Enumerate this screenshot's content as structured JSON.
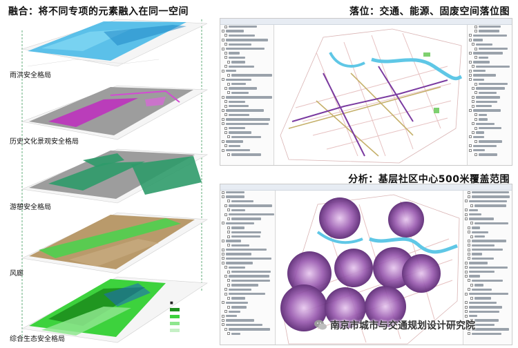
{
  "titles": {
    "left": "融合：将不同专项的元素融入在同一空间",
    "top_right": "落位：交通、能源、固废空间落位图",
    "bottom_right": "分析：基层社区中心500米覆盖范围"
  },
  "layers": [
    {
      "label": "雨洪安全格局"
    },
    {
      "label": "历史文化景观安全格局"
    },
    {
      "label": "游憩安全格局"
    },
    {
      "label": "风廊"
    },
    {
      "label": "综合生态安全格局"
    }
  ],
  "watermark": {
    "text": "南京市城市与交通规划设计研究院",
    "icon": "wechat-icon"
  },
  "colors": {
    "water": "#3fb6e6",
    "heritage": "#c02dc0",
    "recreation": "#2f9b6a",
    "wind": "#b99a6b",
    "eco": "#3dd23d",
    "coverage": "#6b2f83",
    "river": "#5fc7e6"
  }
}
